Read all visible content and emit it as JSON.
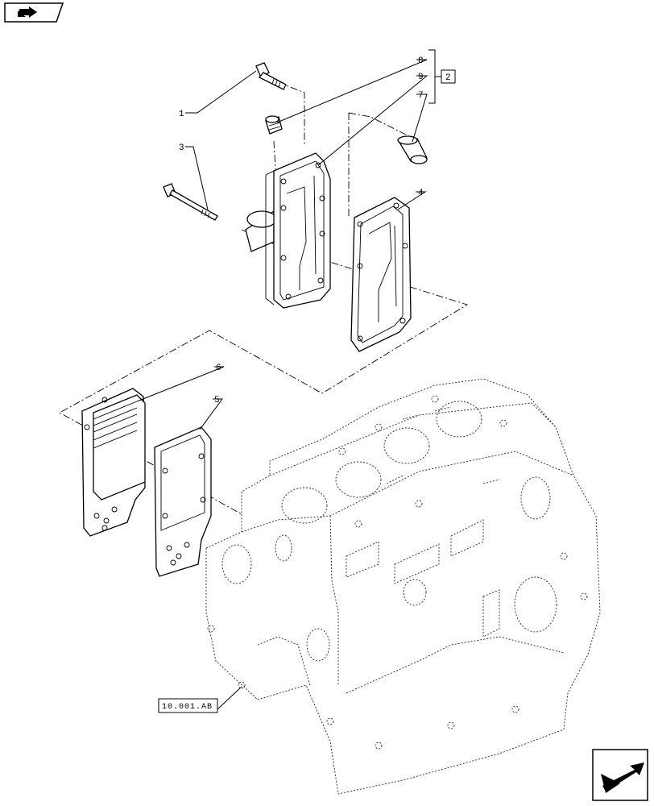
{
  "nav": {
    "top_left_icon": "book-arrow-icon",
    "bottom_right_icon": "next-page-arrow-icon"
  },
  "callouts": {
    "c1": "1",
    "c2": "2",
    "c3": "3",
    "c4": "4",
    "c5": "5",
    "c6": "6",
    "c7": "7",
    "c8": "8",
    "c9": "9"
  },
  "reference": {
    "label": "10.001.AB"
  }
}
